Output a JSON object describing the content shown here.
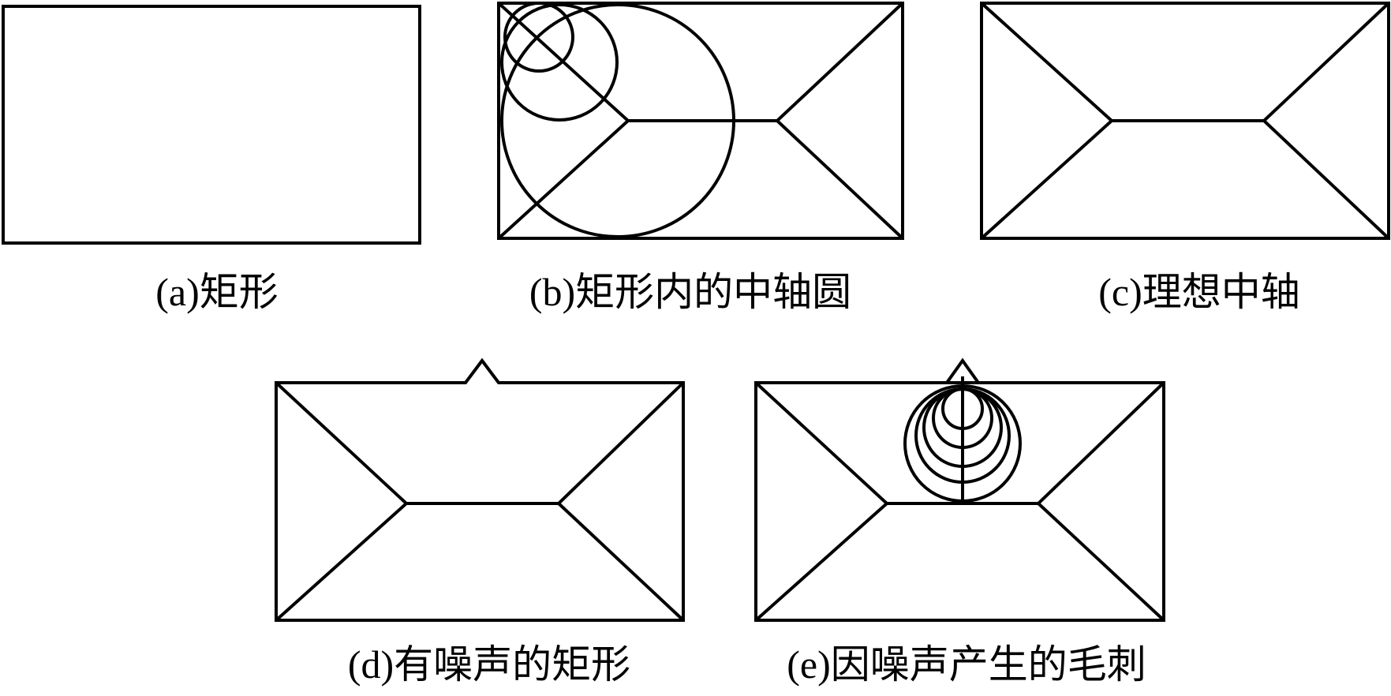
{
  "panels": [
    {
      "id": "a",
      "caption": "(a)矩形",
      "content": "rectangle"
    },
    {
      "id": "b",
      "caption": "(b)矩形内的中轴圆",
      "content": "medial axis with inscribed circles"
    },
    {
      "id": "c",
      "caption": "(c)理想中轴",
      "content": "ideal medial axis"
    },
    {
      "id": "d",
      "caption": "(d)有噪声的矩形",
      "content": "rectangle with noise bump and medial axis"
    },
    {
      "id": "e",
      "caption": "(e)因噪声产生的毛刺",
      "content": "spur caused by noise with circles"
    }
  ],
  "colors": {
    "stroke": "#000000",
    "background": "#ffffff"
  }
}
